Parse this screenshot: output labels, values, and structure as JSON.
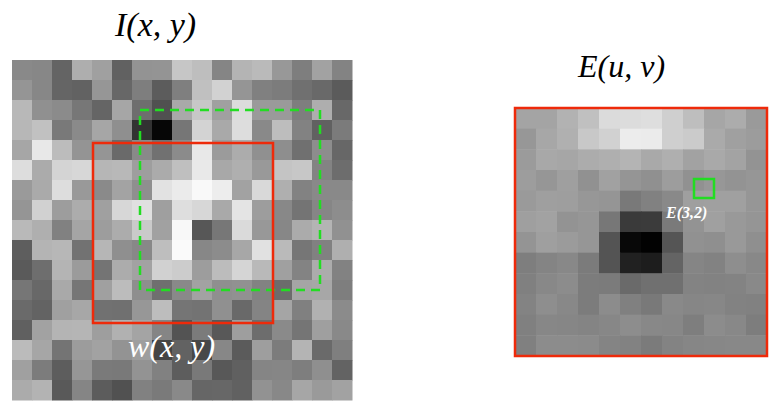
{
  "diagram": {
    "labels": [
      "I(x, y)",
      "w(x, y)",
      "E(u, v)",
      "E(3,2)"
    ]
  }
}
